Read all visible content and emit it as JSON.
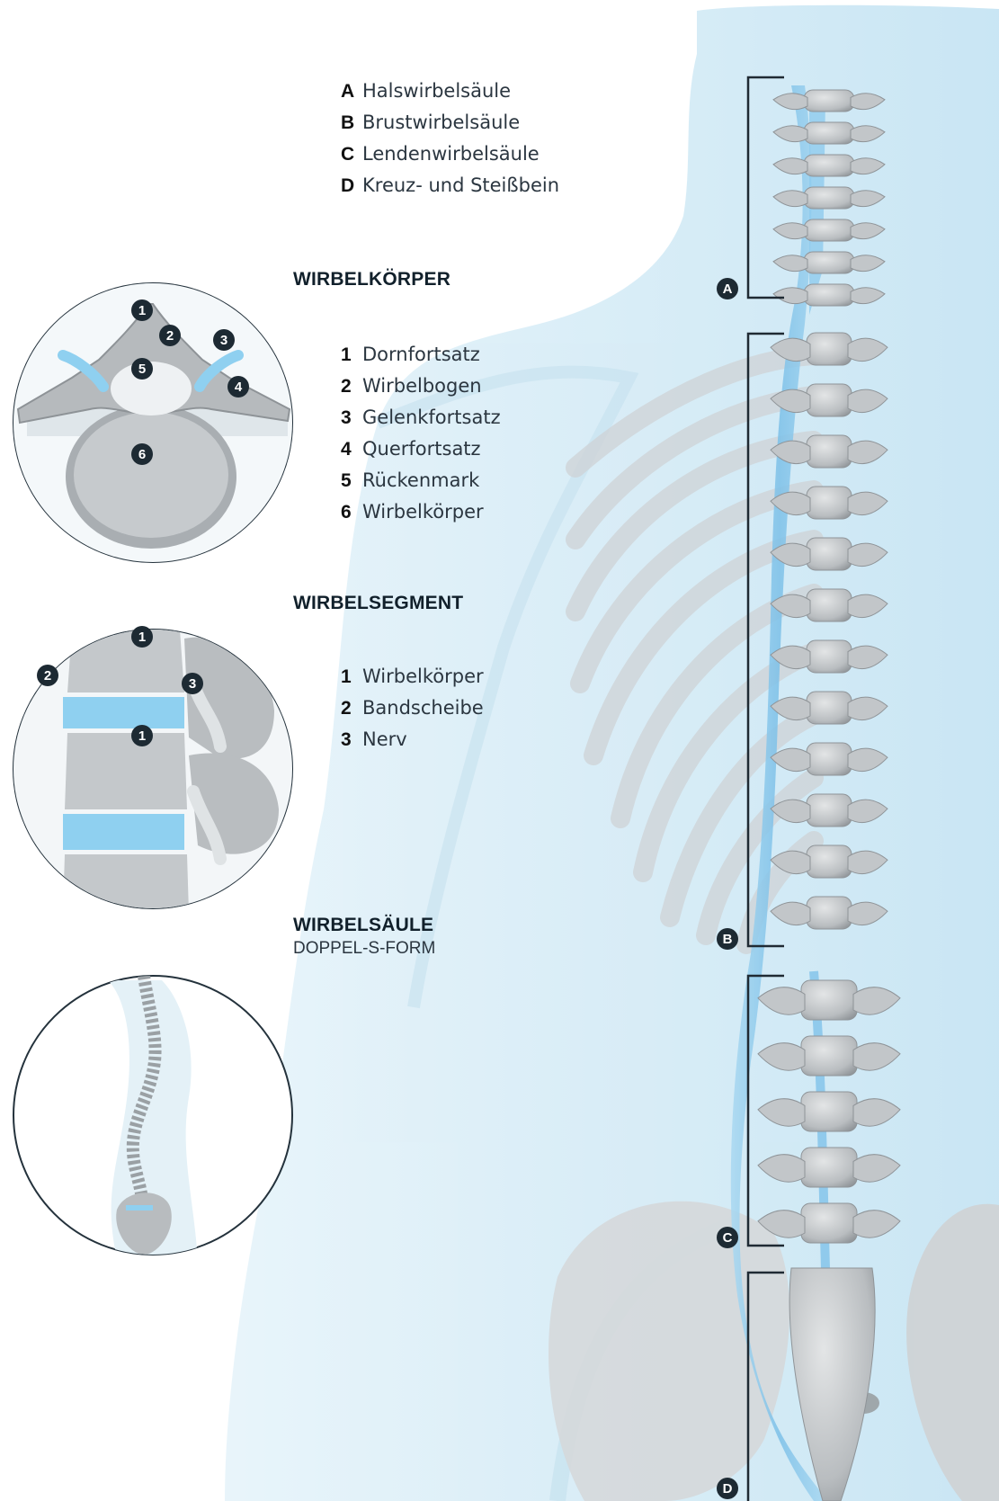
{
  "regions_legend": [
    {
      "key": "A",
      "label": "Halswirbelsäule"
    },
    {
      "key": "B",
      "label": "Brustwirbelsäule"
    },
    {
      "key": "C",
      "label": "Lendenwirbelsäule"
    },
    {
      "key": "D",
      "label": "Kreuz- und Steißbein"
    }
  ],
  "section_wirbelkoerper": {
    "title": "WIRBELKÖRPER",
    "items": [
      {
        "key": "1",
        "label": "Dornfortsatz"
      },
      {
        "key": "2",
        "label": "Wirbelbogen"
      },
      {
        "key": "3",
        "label": "Gelenkfortsatz"
      },
      {
        "key": "4",
        "label": "Querfortsatz"
      },
      {
        "key": "5",
        "label": "Rückenmark"
      },
      {
        "key": "6",
        "label": "Wirbelkörper"
      }
    ]
  },
  "section_wirbelsegment": {
    "title": "WIRBELSEGMENT",
    "items": [
      {
        "key": "1",
        "label": "Wirbelkörper"
      },
      {
        "key": "2",
        "label": "Bandscheibe"
      },
      {
        "key": "3",
        "label": "Nerv"
      }
    ]
  },
  "section_wirbelsaeule": {
    "title": "WIRBELSÄULE",
    "subtitle": "DOPPEL-S-FORM"
  },
  "circle1_markers": [
    "1",
    "2",
    "3",
    "5",
    "4",
    "6"
  ],
  "circle2_markers": [
    "1",
    "2",
    "3",
    "1"
  ],
  "spine_markers": [
    "A",
    "B",
    "C",
    "D"
  ],
  "colors": {
    "body_tint": "#d6edf7",
    "bone": "#c9ccce",
    "bone_shadow": "#8f9498",
    "muscle_blue": "#86c6ea",
    "disc_blue": "#8fd0f0",
    "badge": "#1d2a33",
    "circle_outline": "#24323c"
  }
}
